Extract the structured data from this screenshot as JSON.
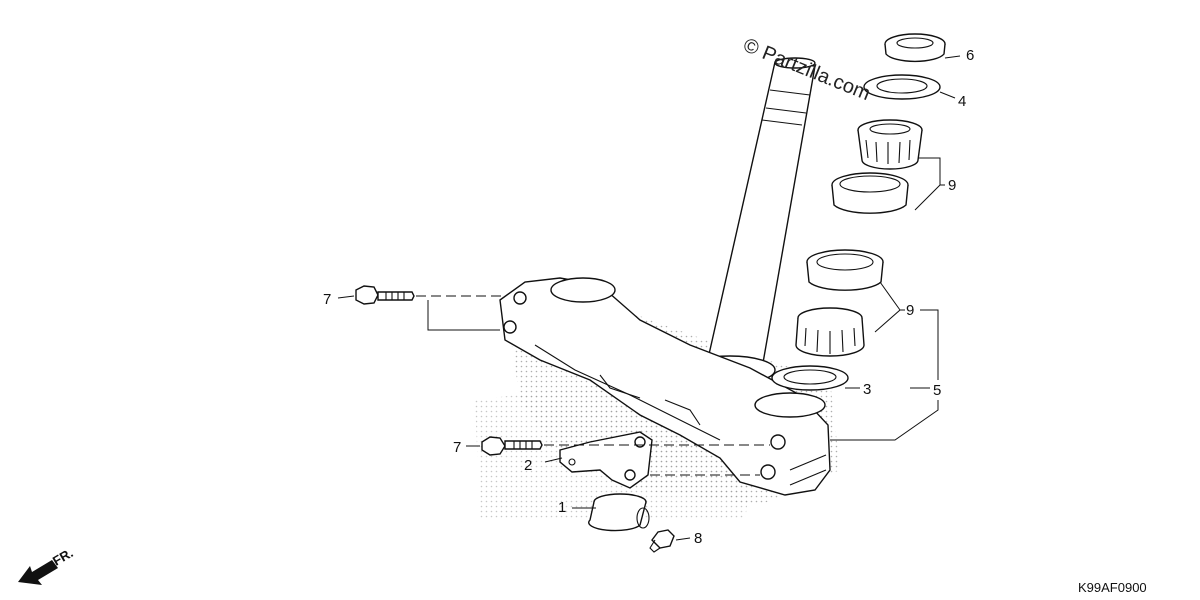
{
  "diagram": {
    "watermark": "© Partzilla.com",
    "diagram_code": "K99AF0900",
    "direction_label": "FR.",
    "callouts": [
      {
        "id": "c6",
        "text": "6"
      },
      {
        "id": "c4",
        "text": "4"
      },
      {
        "id": "c9a",
        "text": "9"
      },
      {
        "id": "c9b",
        "text": "9"
      },
      {
        "id": "c3",
        "text": "3"
      },
      {
        "id": "c5",
        "text": "5"
      },
      {
        "id": "c7a",
        "text": "7"
      },
      {
        "id": "c7b",
        "text": "7"
      },
      {
        "id": "c2",
        "text": "2"
      },
      {
        "id": "c1",
        "text": "1"
      },
      {
        "id": "c8",
        "text": "8"
      }
    ]
  }
}
